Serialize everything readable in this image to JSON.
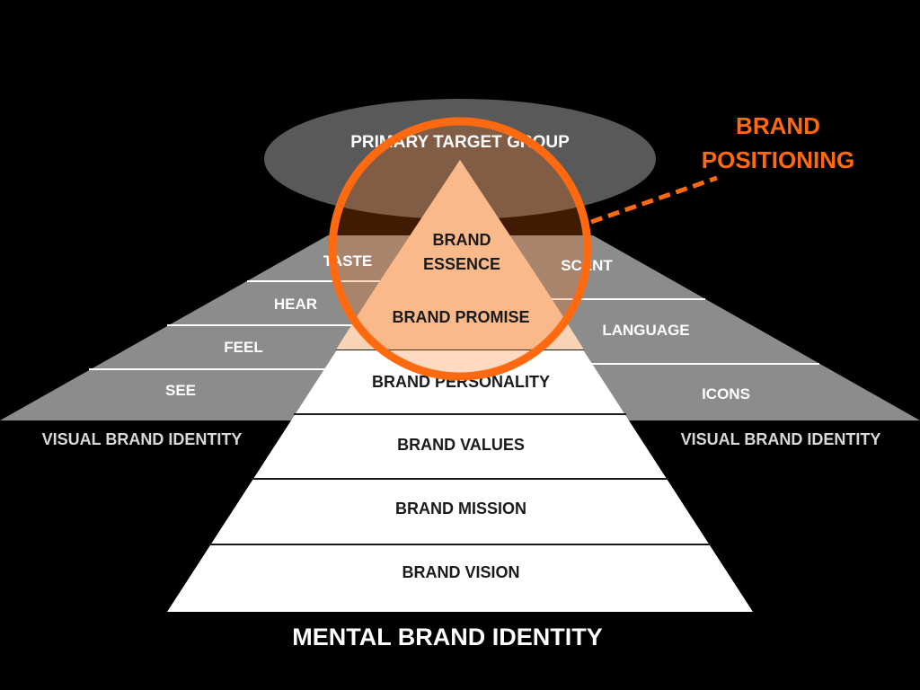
{
  "colors": {
    "background": "#000000",
    "ellipse": "#595959",
    "wing": "#8c8c8c",
    "pyramid": "#ffffff",
    "accent": "#ff6a10",
    "highlight": "#f9d3b5",
    "dark_text": "#1a1a1a",
    "light_text": "#ffffff"
  },
  "target_group": "PRIMARY TARGET GROUP",
  "positioning": {
    "line1": "BRAND",
    "line2": "POSITIONING"
  },
  "left_wing": {
    "items": [
      "TASTE",
      "HEAR",
      "FEEL",
      "SEE"
    ],
    "label": "VISUAL BRAND IDENTITY"
  },
  "right_wing": {
    "items": [
      "SCENT",
      "LANGUAGE",
      "ICONS"
    ],
    "label": "VISUAL BRAND IDENTITY"
  },
  "pyramid": {
    "essence_line1": "BRAND",
    "essence_line2": "ESSENCE",
    "levels": [
      "BRAND PROMISE",
      "BRAND PERSONALITY",
      "BRAND VALUES",
      "BRAND MISSION",
      "BRAND VISION"
    ]
  },
  "footer_label": "MENTAL BRAND IDENTITY"
}
